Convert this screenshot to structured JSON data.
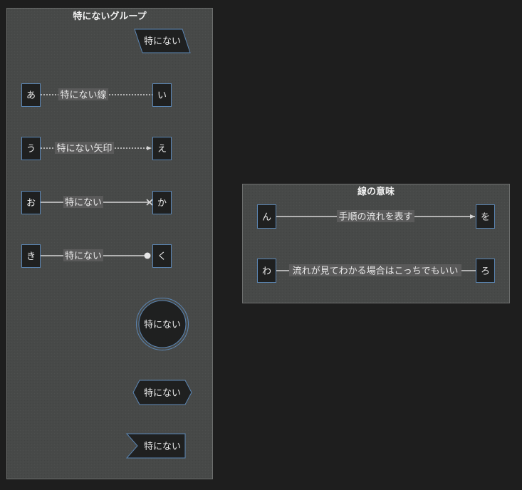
{
  "groups": {
    "left": {
      "title": "特にないグループ"
    },
    "right": {
      "title": "線の意味"
    }
  },
  "nodes": {
    "parallelogram": "特にない",
    "a": "あ",
    "i": "い",
    "u": "う",
    "e": "え",
    "o": "お",
    "ka": "か",
    "ki": "き",
    "ku": "く",
    "circle": "特にない",
    "hexagon": "特にない",
    "flag": "特にない",
    "n": "ん",
    "wo": "を",
    "wa": "わ",
    "ro": "ろ"
  },
  "edges": {
    "a_i": "特にない線",
    "u_e": "特にない矢印",
    "o_ka": "特にない",
    "ki_ku": "特にない",
    "n_wo": "手順の流れを表す",
    "wa_ro": "流れが見てわかる場合はこっちでもいい"
  },
  "colors": {
    "background": "#1e1e1e",
    "group_fill": "#474948",
    "group_stroke": "#6d6f6e",
    "node_fill": "#1f2020",
    "node_stroke": "#5b86b4",
    "edge": "#d6d6d6"
  }
}
